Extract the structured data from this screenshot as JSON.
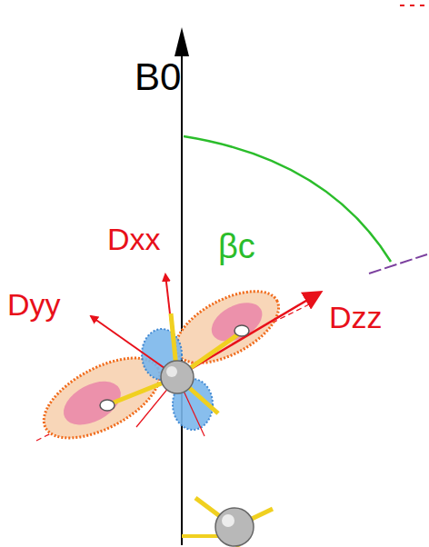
{
  "diagram": {
    "labels": [
      "B0",
      "βc",
      "Dxx",
      "Dyy",
      "Dzz"
    ]
  }
}
